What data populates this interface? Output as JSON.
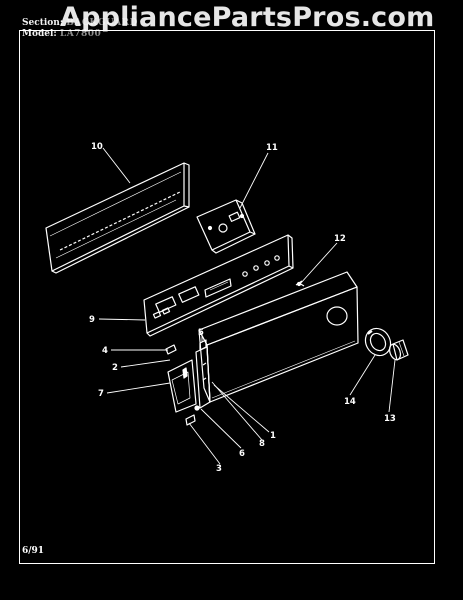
{
  "watermark": "AppliancePartsPros.com",
  "header": {
    "section_label": "Section:",
    "section_value": "BACKGUARD",
    "model_label": "Model:",
    "model_value": "LA7800"
  },
  "date": "6/91",
  "callouts": [
    "10",
    "11",
    "12",
    "9",
    "5",
    "4",
    "2",
    "7",
    "1",
    "8",
    "6",
    "3",
    "14",
    "13"
  ],
  "colors": {
    "background": "#000000",
    "lines": "#ffffff"
  }
}
